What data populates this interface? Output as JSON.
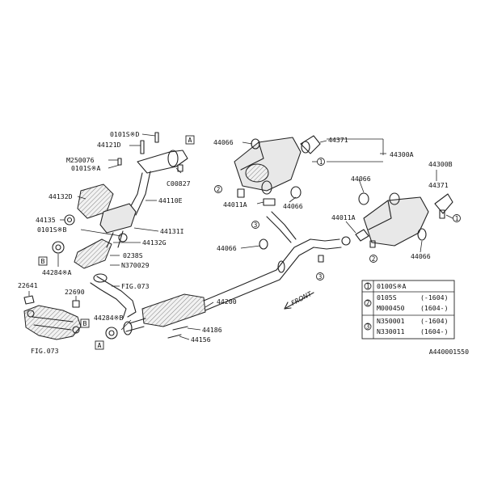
{
  "figure_code": "A440001550",
  "front_label": "FRONT",
  "ref_boxes": {
    "A": "A",
    "B": "B"
  },
  "callouts": {
    "one": "1",
    "two": "2",
    "three": "3"
  },
  "parts": {
    "p0101S_D": "0101S※D",
    "p44121D": "44121D",
    "pM250076": "M250076",
    "p0101S_A": "0101S※A",
    "p44132D": "44132D",
    "p44135": "44135",
    "p0101S_B": "0101S※B",
    "p44284_A": "44284※A",
    "p44110E": "44110E",
    "pC00827": "C00827",
    "p44131I": "44131I",
    "p44132G": "44132G",
    "p0238S": "0238S",
    "pN370029": "N370029",
    "p22641": "22641",
    "p22690": "22690",
    "pFIG073_a": "FIG.073",
    "pFIG073_b": "FIG.073",
    "p44284_B": "44284※B",
    "p44186": "44186",
    "p44156": "44156",
    "p44200": "44200",
    "p44066_a": "44066",
    "p44066_b": "44066",
    "p44066_c": "44066",
    "p44066_d": "44066",
    "p44066_e": "44066",
    "p44371_a": "44371",
    "p44371_b": "44371",
    "p44300A": "44300A",
    "p44300B": "44300B",
    "p44011A_a": "44011A",
    "p44011A_b": "44011A"
  },
  "legend": {
    "rows": [
      {
        "callout": "1",
        "lines": [
          {
            "part": "0100S※A",
            "range": ""
          }
        ]
      },
      {
        "callout": "2",
        "lines": [
          {
            "part": "0105S",
            "range": "(-1604)"
          },
          {
            "part": "M000450",
            "range": "(1604-)"
          }
        ]
      },
      {
        "callout": "3",
        "lines": [
          {
            "part": "N350001",
            "range": "(-1604)"
          },
          {
            "part": "N330011",
            "range": "(1604-)"
          }
        ]
      }
    ]
  }
}
